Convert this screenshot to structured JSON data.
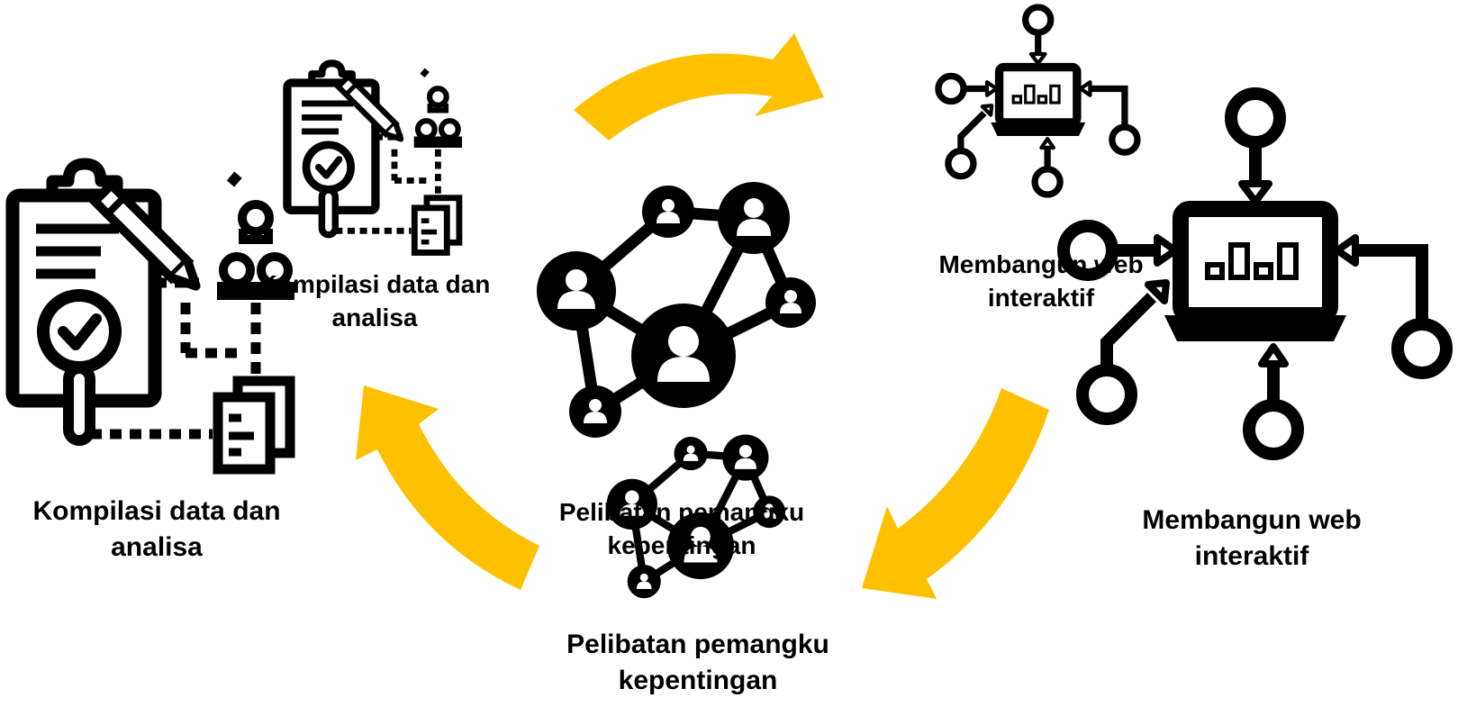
{
  "diagram": {
    "colors": {
      "arrow": "#FFC000",
      "icon": "#000000",
      "background": "#FFFFFF"
    },
    "steps": [
      {
        "id": "kompilasi",
        "icon": "clipboard-analysis-icon",
        "label_line1": "Kompilasi data dan",
        "label_line2": "analisa"
      },
      {
        "id": "pelibatan",
        "icon": "stakeholder-network-icon",
        "label_line1": "Pelibatan pemangku",
        "label_line2": "kepentingan"
      },
      {
        "id": "web",
        "icon": "laptop-dashboard-icon",
        "label_line1": "Membangun web",
        "label_line2": "interaktif"
      }
    ],
    "cycle_arrows": [
      "arrow-top",
      "arrow-right",
      "arrow-left"
    ]
  }
}
